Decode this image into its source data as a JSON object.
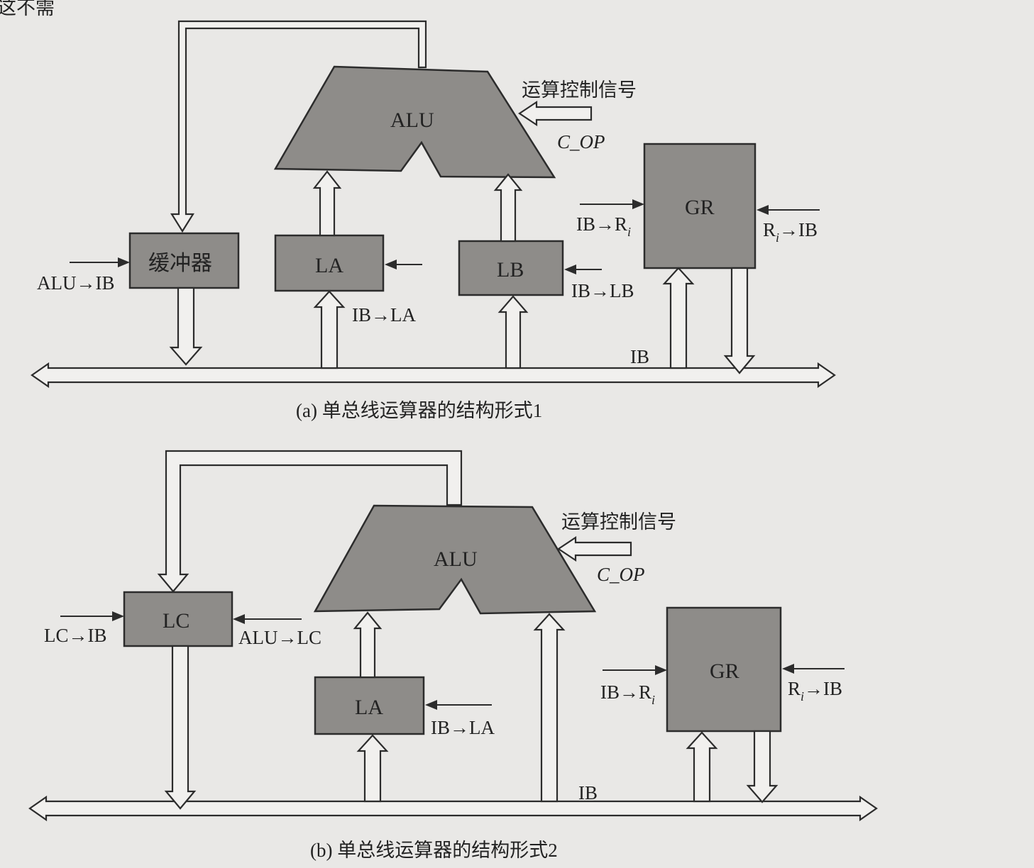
{
  "page_fragment": "这不需",
  "diagram_a": {
    "caption": "(a) 单总线运算器的结构形式1",
    "alu_label": "ALU",
    "ctrl_label": "运算控制信号",
    "cop_label": "C_OP",
    "buffer_label": "缓冲器",
    "alu_to_ib": "ALU→IB",
    "la_label": "LA",
    "ib_to_la": "IB→LA",
    "lb_label": "LB",
    "ib_to_lb": "IB→LB",
    "gr_label": "GR",
    "ib_to_ri": "IB→R",
    "ri_to_ib_r": "R",
    "ri_to_ib_rest": "→IB",
    "sub_i": "i",
    "bus_label": "IB"
  },
  "diagram_b": {
    "caption": "(b) 单总线运算器的结构形式2",
    "alu_label": "ALU",
    "ctrl_label": "运算控制信号",
    "cop_label": "C_OP",
    "lc_label": "LC",
    "lc_to_ib": "LC→IB",
    "alu_to_lc": "ALU→LC",
    "la_label": "LA",
    "ib_to_la": "IB→LA",
    "gr_label": "GR",
    "ib_to_ri": "IB→R",
    "ri_to_ib_r": "R",
    "ri_to_ib_rest": "→IB",
    "sub_i": "i",
    "bus_label": "IB"
  }
}
